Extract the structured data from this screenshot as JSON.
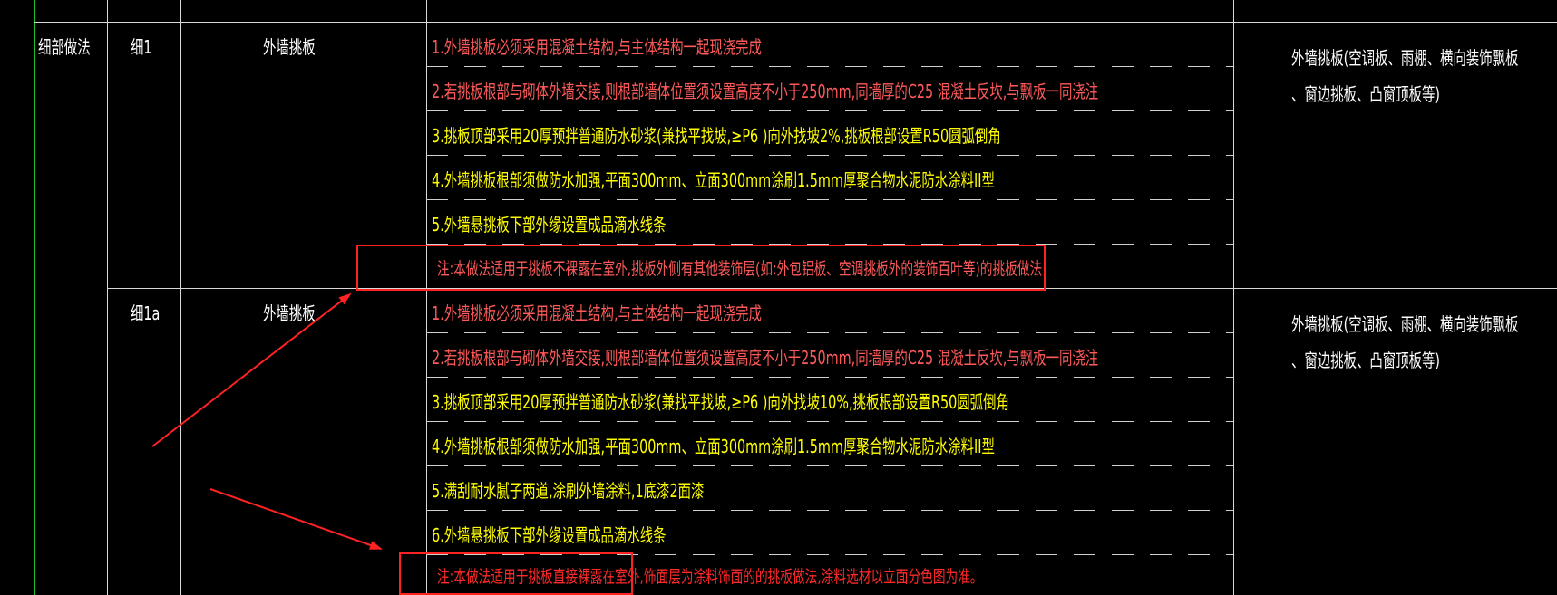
{
  "colors": {
    "background": "#000000",
    "grid": "#d8d8d8",
    "left_edge": "#21c021",
    "text_white": "#ffffff",
    "text_red": "#ff5a5a",
    "text_yellow": "#ffff00",
    "annotation_red": "#ff2222"
  },
  "table": {
    "category": "细部做法",
    "sections": [
      {
        "code": "细1",
        "name": "外墙挑板",
        "items": [
          {
            "text": "1.外墙挑板必须采用混凝土结构,与主体结构一起现浇完成",
            "color": "red"
          },
          {
            "text": "2.若挑板根部与砌体外墙交接,则根部墙体位置须设置高度不小于250mm,同墙厚的C25 混凝土反坎,与飘板一同浇注",
            "color": "red"
          },
          {
            "text": "3.挑板顶部采用20厚预拌普通防水砂浆(兼找平找坡,≥P6 )向外找坡2%,挑板根部设置R50圆弧倒角",
            "color": "yellow"
          },
          {
            "text": "4.外墙挑板根部须做防水加强,平面300mm、立面300mm涂刷1.5mm厚聚合物水泥防水涂料II型",
            "color": "yellow"
          },
          {
            "text": "5.外墙悬挑板下部外缘设置成品滴水线条",
            "color": "yellow"
          }
        ],
        "note": "注:本做法适用于挑板不裸露在室外,挑板外侧有其他装饰层(如:外包铝板、空调挑板外的装饰百叶等)的挑板做法",
        "remark_line1": "外墙挑板(空调板、雨棚、横向装饰飘板",
        "remark_line2": "、窗边挑板、凸窗顶板等)"
      },
      {
        "code": "细1a",
        "name": "外墙挑板",
        "items": [
          {
            "text": "1.外墙挑板必须采用混凝土结构,与主体结构一起现浇完成",
            "color": "red"
          },
          {
            "text": "2.若挑板根部与砌体外墙交接,则根部墙体位置须设置高度不小于250mm,同墙厚的C25 混凝土反坎,与飘板一同浇注",
            "color": "red"
          },
          {
            "text": "3.挑板顶部采用20厚预拌普通防水砂浆(兼找平找坡,≥P6 )向外找坡10%,挑板根部设置R50圆弧倒角",
            "color": "yellow"
          },
          {
            "text": "4.外墙挑板根部须做防水加强,平面300mm、立面300mm涂刷1.5mm厚聚合物水泥防水涂料II型",
            "color": "yellow"
          },
          {
            "text": "5.满刮耐水腻子两道,涂刷外墙涂料,1底漆2面漆",
            "color": "yellow"
          },
          {
            "text": "6.外墙悬挑板下部外缘设置成品滴水线条",
            "color": "yellow"
          }
        ],
        "note": "注:本做法适用于挑板直接裸露在室外,饰面层为涂料饰面的的挑板做法,涂料选材以立面分色图为准。",
        "remark_line1": "外墙挑板(空调板、雨棚、横向装饰飘板",
        "remark_line2": "、窗边挑板、凸窗顶板等)"
      }
    ]
  }
}
